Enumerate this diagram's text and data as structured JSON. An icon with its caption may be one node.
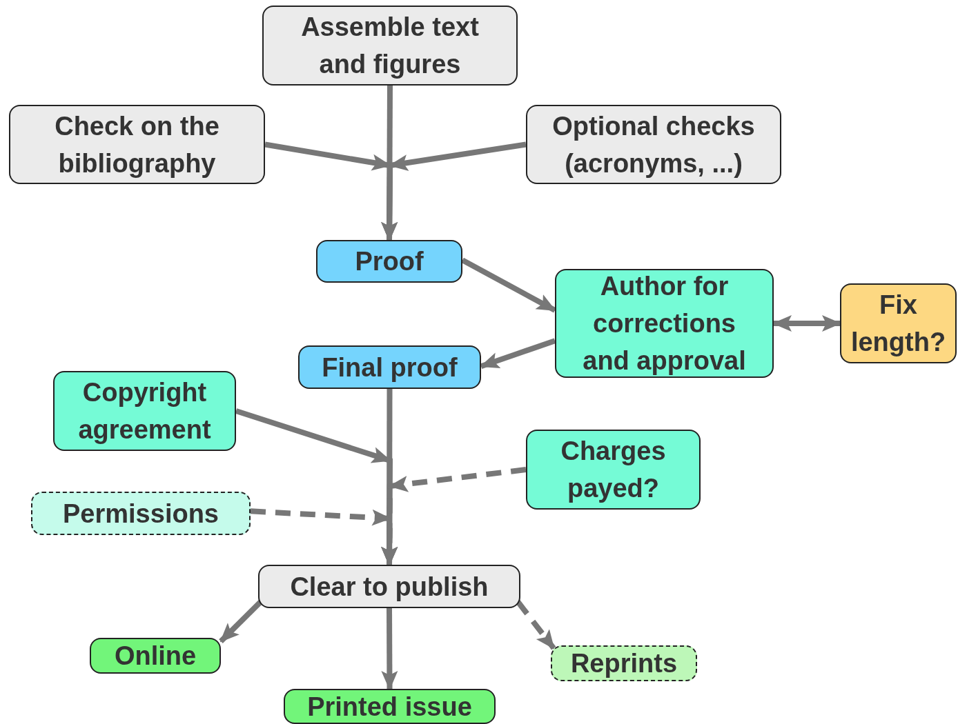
{
  "diagram": {
    "nodes": [
      {
        "text": [
          "Assemble text and figures"
        ]
      },
      {
        "text": [
          "Check on the bibliography"
        ]
      },
      {
        "text": [
          "Optional checks (acronyms, ...)"
        ]
      },
      {
        "text": [
          "Proof"
        ]
      },
      {
        "text": [
          "Author for corrections and approval"
        ]
      },
      {
        "text": [
          "Fix length?"
        ]
      },
      {
        "text": [
          "Final proof"
        ]
      },
      {
        "text": [
          "Copyright agreement"
        ]
      },
      {
        "text": [
          "Charges payed?"
        ]
      },
      {
        "text": [
          "Permissions"
        ]
      },
      {
        "text": [
          "Clear to publish"
        ]
      },
      {
        "text": [
          "Online"
        ]
      },
      {
        "text": [
          "Printed issue"
        ]
      },
      {
        "text": [
          "Reprints"
        ]
      }
    ],
    "edges": [
      {
        "from": 0,
        "to": 3,
        "arrow": "to"
      },
      {
        "from": 1,
        "to": 3,
        "arrow": "to"
      },
      {
        "from": 2,
        "to": 3,
        "arrow": "to"
      },
      {
        "from": 3,
        "to": 4,
        "arrow": "to"
      },
      {
        "from": 4,
        "to": 6,
        "arrow": "to"
      },
      {
        "from": 4,
        "to": 5,
        "arrow": "both"
      },
      {
        "from": 6,
        "to": 10,
        "arrow": "to"
      },
      {
        "from": 7,
        "to": 10,
        "arrow": "to"
      },
      {
        "from": 8,
        "to": 10,
        "arrow": "to",
        "style": "dashed"
      },
      {
        "from": 9,
        "to": 10,
        "arrow": "to",
        "style": "dashed"
      },
      {
        "from": 10,
        "to": 11,
        "arrow": "to"
      },
      {
        "from": 10,
        "to": 12,
        "arrow": "to"
      },
      {
        "from": 10,
        "to": 13,
        "arrow": "to",
        "style": "dashed"
      }
    ]
  }
}
